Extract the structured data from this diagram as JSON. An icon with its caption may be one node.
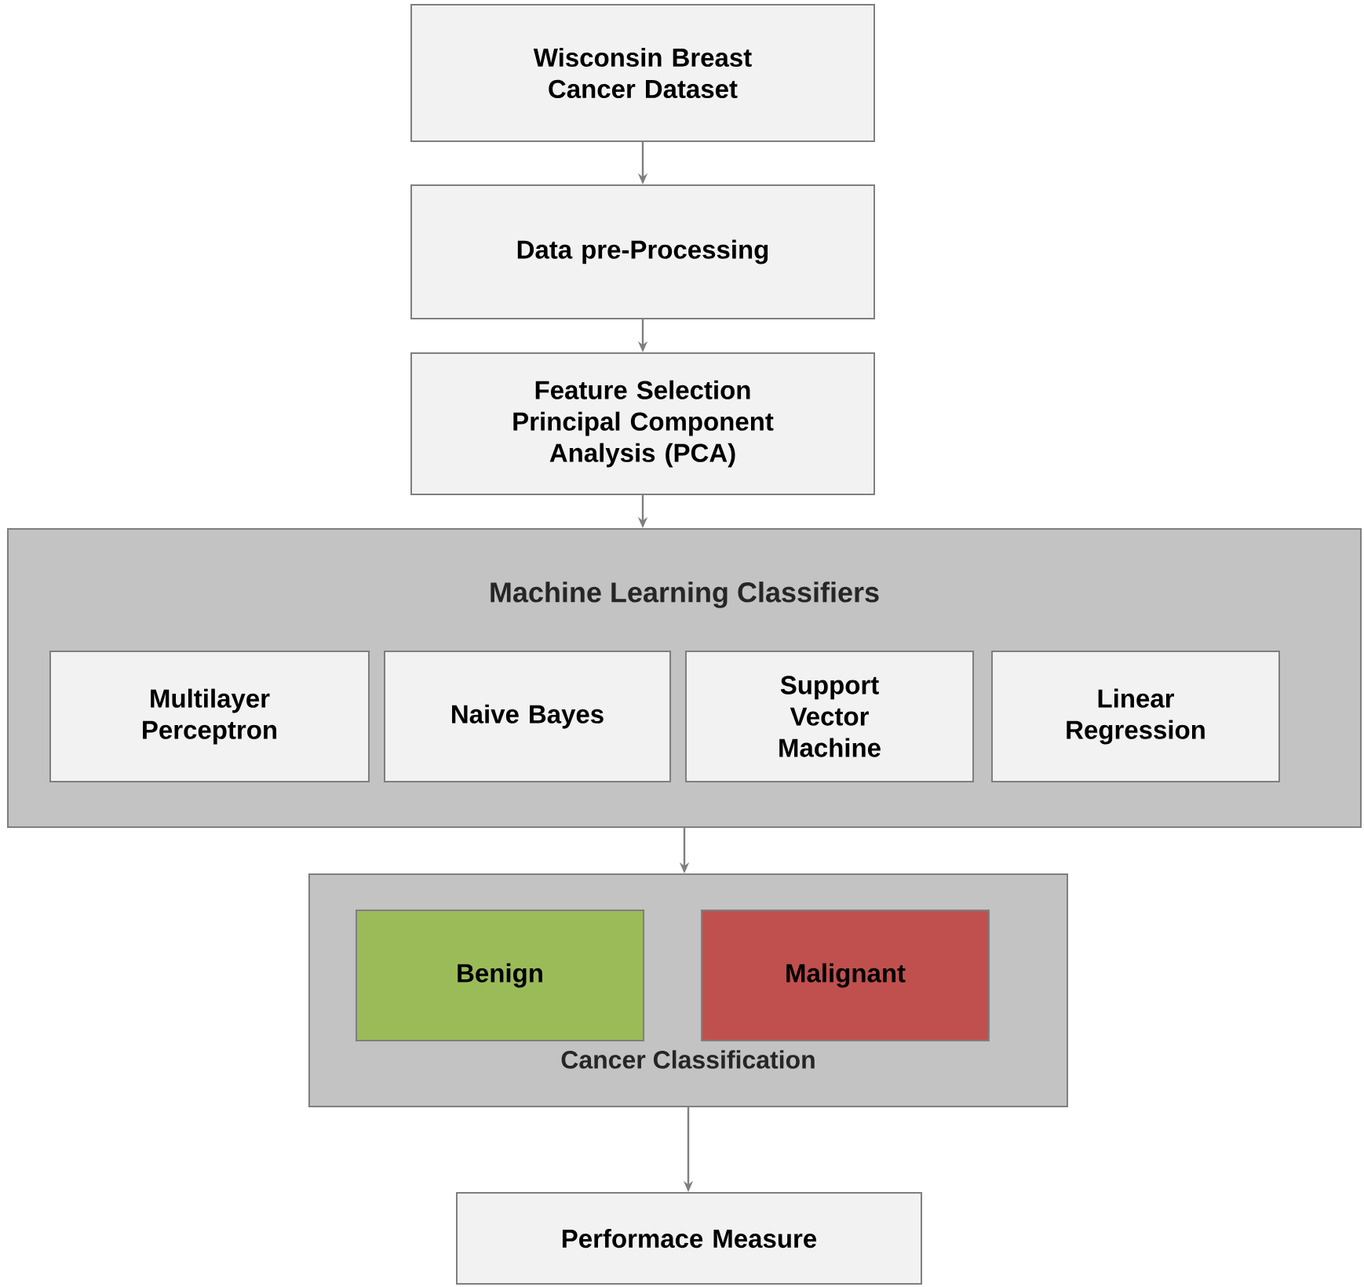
{
  "diagram": {
    "nodes": [
      {
        "text": [
          "Wisconsin Breast Cancer Dataset"
        ]
      },
      {
        "text": [
          "Data pre-Processing"
        ]
      },
      {
        "text": [
          "Feature Selection",
          "Principal Component Analysis (PCA)"
        ]
      },
      {
        "text": [
          "Machine Learning Classifiers"
        ]
      },
      {
        "text": [
          "Multilayer Perceptron"
        ],
        "in": 3
      },
      {
        "text": [
          "Naive Bayes"
        ],
        "in": 3
      },
      {
        "text": [
          "Support Vector Machine"
        ],
        "in": 3
      },
      {
        "text": [
          "Linear Regression"
        ],
        "in": 3
      },
      {
        "text": [
          "Cancer Classification"
        ]
      },
      {
        "text": [
          "Benign"
        ],
        "in": 8
      },
      {
        "text": [
          "Malignant"
        ],
        "in": 8
      },
      {
        "text": [
          "Performace Measure"
        ]
      }
    ],
    "edges": [
      {
        "from": 0,
        "to": 1,
        "arrow": "to"
      },
      {
        "from": 1,
        "to": 2,
        "arrow": "to"
      },
      {
        "from": 2,
        "to": 3,
        "arrow": "to"
      },
      {
        "from": 3,
        "to": 8,
        "arrow": "to"
      },
      {
        "from": 8,
        "to": 11,
        "arrow": "to"
      }
    ]
  }
}
